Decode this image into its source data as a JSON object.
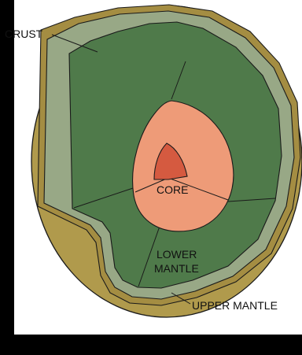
{
  "labels": {
    "crust": "CRUST",
    "core": "CORE",
    "lower_mantle_line1": "LOWER",
    "lower_mantle_line2": "MANTLE",
    "upper_mantle": "UPPER MANTLE"
  },
  "colors": {
    "background": "#000000",
    "panel": "#ffffff",
    "crust": "#b09a4c",
    "upper_mantle": "#98a886",
    "lower_mantle": "#4f7a4a",
    "outer_core": "#ee9b78",
    "inner_core": "#d55a40",
    "outline": "#1a1a1a"
  }
}
